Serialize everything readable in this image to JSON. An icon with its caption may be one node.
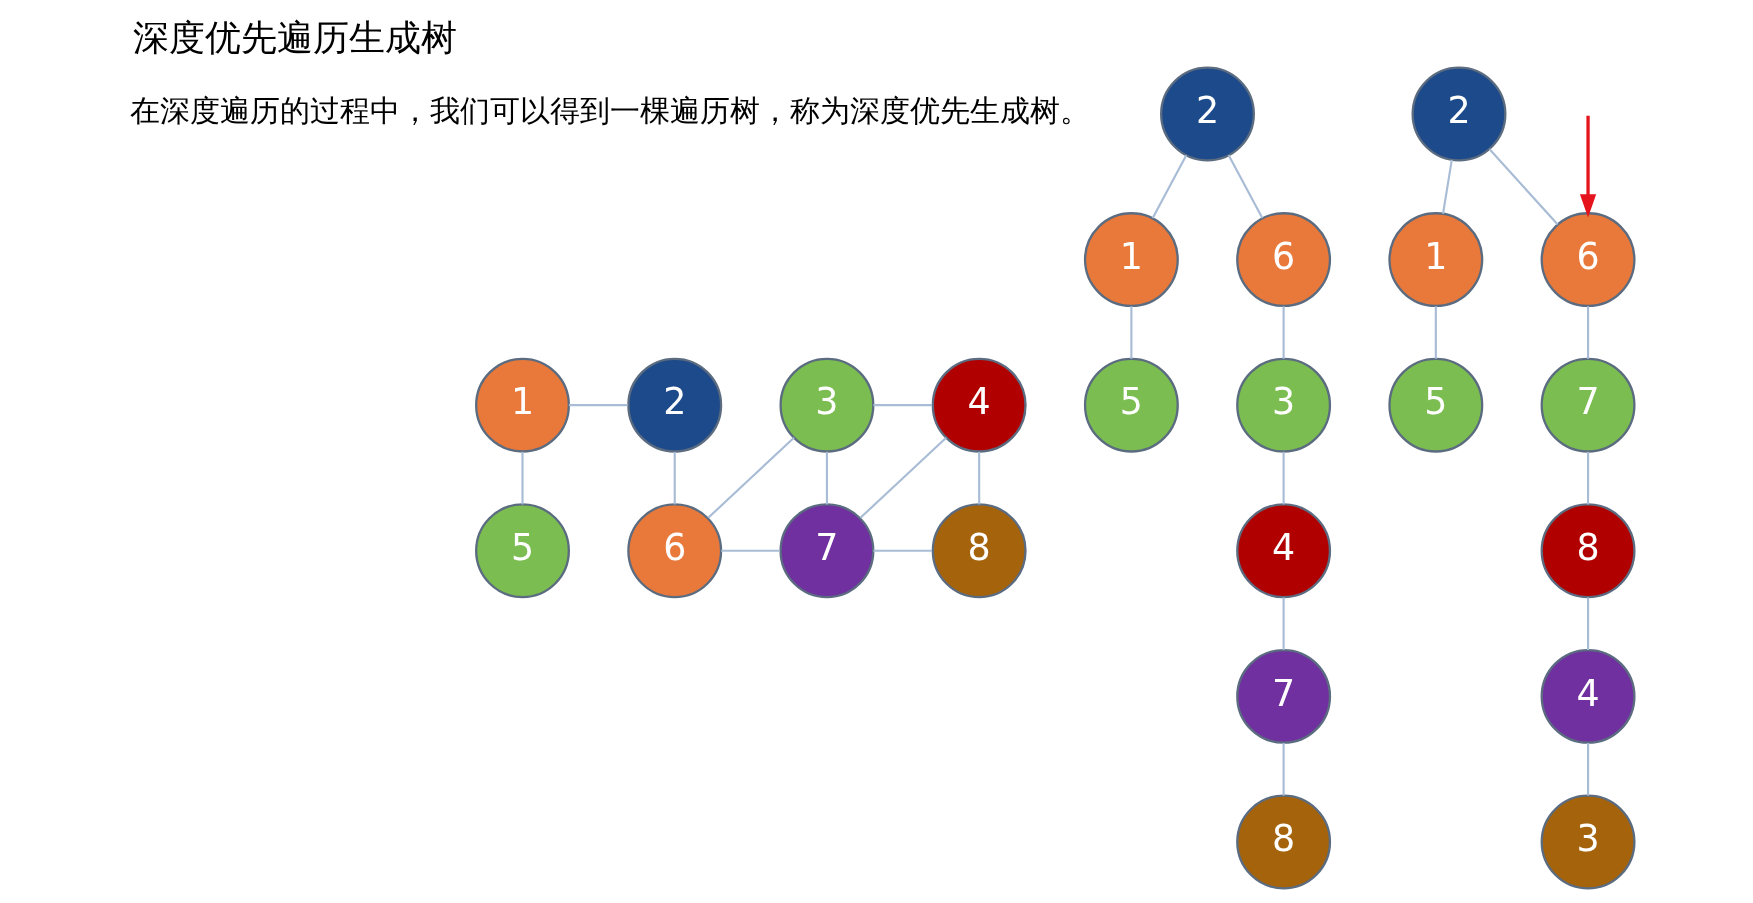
{
  "diagram": {
    "title": "深度优先遍历生成树",
    "nodes": [
      {
        "text": [
          "1"
        ]
      },
      {
        "text": [
          "2"
        ]
      },
      {
        "text": [
          "3"
        ]
      },
      {
        "text": [
          "4"
        ]
      },
      {
        "text": [
          "5"
        ]
      },
      {
        "text": [
          "6"
        ]
      },
      {
        "text": [
          "7"
        ]
      },
      {
        "text": [
          "8"
        ]
      },
      {
        "text": [
          "2"
        ]
      },
      {
        "text": [
          "1"
        ]
      },
      {
        "text": [
          "6"
        ]
      },
      {
        "text": [
          "5"
        ]
      },
      {
        "text": [
          "3"
        ]
      },
      {
        "text": [
          "4"
        ]
      },
      {
        "text": [
          "7"
        ]
      },
      {
        "text": [
          "8"
        ]
      },
      {
        "text": [
          "2"
        ]
      },
      {
        "text": [
          "1"
        ]
      },
      {
        "text": [
          "6"
        ]
      },
      {
        "text": [
          "5"
        ]
      },
      {
        "text": [
          "7"
        ]
      },
      {
        "text": [
          "8"
        ]
      },
      {
        "text": [
          "4"
        ]
      },
      {
        "text": [
          "3"
        ]
      }
    ],
    "edges": [
      {
        "from": 0,
        "to": 1,
        "arrow": "none"
      },
      {
        "from": 0,
        "to": 4,
        "arrow": "none"
      },
      {
        "from": 1,
        "to": 5,
        "arrow": "none"
      },
      {
        "from": 2,
        "to": 3,
        "arrow": "none"
      },
      {
        "from": 2,
        "to": 5,
        "arrow": "none"
      },
      {
        "from": 2,
        "to": 6,
        "arrow": "none"
      },
      {
        "from": 3,
        "to": 6,
        "arrow": "none"
      },
      {
        "from": 3,
        "to": 7,
        "arrow": "none"
      },
      {
        "from": 5,
        "to": 6,
        "arrow": "none"
      },
      {
        "from": 6,
        "to": 7,
        "arrow": "none"
      },
      {
        "from": 8,
        "to": 9,
        "arrow": "none"
      },
      {
        "from": 8,
        "to": 10,
        "arrow": "none"
      },
      {
        "from": 9,
        "to": 11,
        "arrow": "none"
      },
      {
        "from": 10,
        "to": 12,
        "arrow": "none"
      },
      {
        "from": 12,
        "to": 13,
        "arrow": "none"
      },
      {
        "from": 13,
        "to": 14,
        "arrow": "none"
      },
      {
        "from": 14,
        "to": 15,
        "arrow": "none"
      },
      {
        "from": 16,
        "to": 17,
        "arrow": "none"
      },
      {
        "from": 16,
        "to": 18,
        "arrow": "none"
      },
      {
        "from": 17,
        "to": 19,
        "arrow": "none"
      },
      {
        "from": 18,
        "to": 20,
        "arrow": "none"
      },
      {
        "from": 20,
        "to": 21,
        "arrow": "none"
      },
      {
        "from": 21,
        "to": 22,
        "arrow": "none"
      },
      {
        "from": 22,
        "to": 23,
        "arrow": "none"
      },
      {
        "from": null,
        "to": 18,
        "arrow": "to",
        "color": "#e5141c"
      }
    ],
    "labels": [
      "在深度遍历的过程中，我们可以得到一棵遍历树，称为深度优先生成树。"
    ]
  }
}
